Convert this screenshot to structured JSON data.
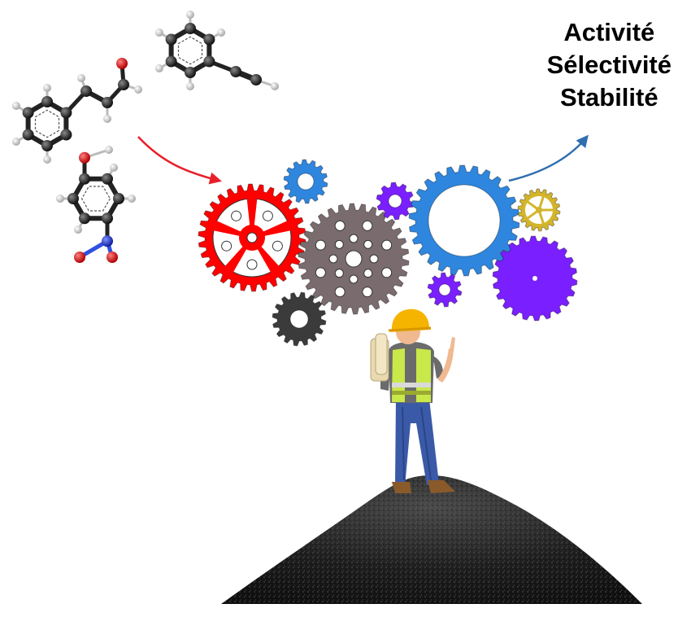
{
  "outcomes": {
    "items": [
      "Activité",
      "Sélectivité",
      "Stabilité"
    ]
  },
  "molecules": [
    {
      "name": "cinnamaldehyde"
    },
    {
      "name": "phenylacetylene"
    },
    {
      "name": "4-nitrophenol"
    }
  ],
  "gears": [
    {
      "name": "red-gear",
      "color": "#ff0000"
    },
    {
      "name": "gray-gear",
      "color": "#7a6c6e"
    },
    {
      "name": "small-blue-gear",
      "color": "#2e86de"
    },
    {
      "name": "dark-gear",
      "color": "#3b3b3b"
    },
    {
      "name": "small-purple-gear",
      "color": "#7a1fff"
    },
    {
      "name": "large-blue-gear",
      "color": "#2e86de"
    },
    {
      "name": "gold-gear",
      "color": "#d4b52a"
    },
    {
      "name": "large-purple-gear",
      "color": "#7a1fff"
    },
    {
      "name": "mini-purple-gear",
      "color": "#7a1fff"
    }
  ],
  "colors": {
    "input_arrow": "#e8202a",
    "output_arrow": "#2f6fb0",
    "carbon_atom": "#222222",
    "hydrogen_atom": "#e6e6e6",
    "oxygen_atom": "#dd0000",
    "nitrogen_atom": "#1f3fcf",
    "pile": "#1c1c1c"
  }
}
